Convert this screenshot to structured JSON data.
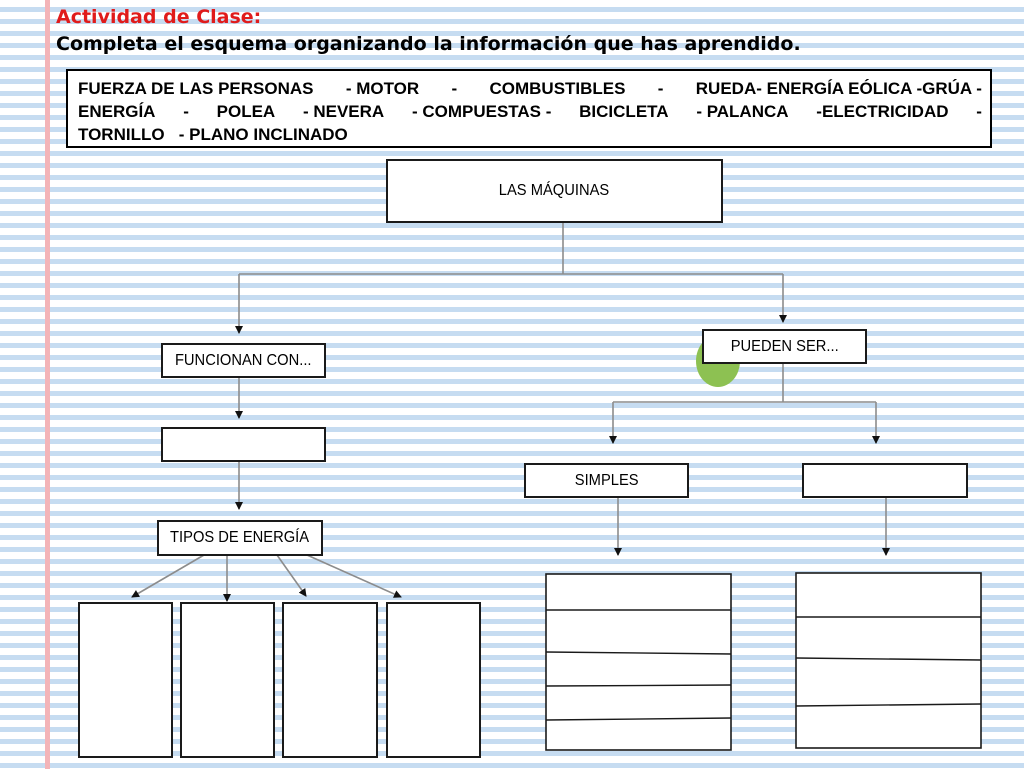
{
  "title": "Actividad de Clase:",
  "instruction": "Completa el esquema organizando la información que has aprendido.",
  "word_bank": {
    "line1": [
      "FUERZA DE LAS PERSONAS",
      "- MOTOR",
      "-",
      "COMBUSTIBLES",
      "-",
      "RUEDA- ENERGÍA EÓLICA -GRÚA -"
    ],
    "line2": [
      "ENERGÍA",
      "-",
      "POLEA",
      "- NEVERA",
      "- COMPUESTAS -",
      "BICICLETA",
      "- PALANCA",
      "-ELECTRICIDAD",
      "-"
    ],
    "line3": "TORNILLO   - PLANO INCLINADO"
  },
  "diagram": {
    "root": "LAS MÁQUINAS",
    "left_branch": "FUNCIONAN CON...",
    "energy_types": "TIPOS DE ENERGÍA",
    "right_branch": "PUEDEN SER...",
    "simple": "SIMPLES",
    "blank_box": "",
    "energy_slots": [
      "",
      "",
      "",
      ""
    ],
    "simple_slots": [
      "",
      "",
      "",
      "",
      ""
    ],
    "compound_slots": [
      "",
      "",
      "",
      ""
    ]
  },
  "colors": {
    "title": "#e01b1b",
    "margin_line": "#f3b4b8",
    "ruled_lines": "#c6dcf1",
    "accent_dot": "#8dc152",
    "connector": "#8c8c8c"
  }
}
